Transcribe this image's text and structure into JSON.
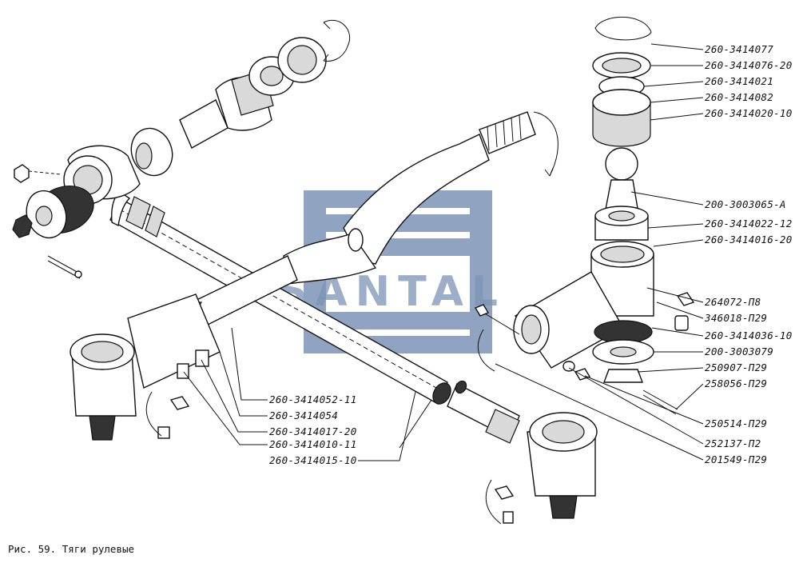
{
  "watermark": {
    "text": "SANTAL",
    "color": "#7d93b6"
  },
  "caption": "Рис. 59. Тяги рулевые",
  "labels_right": [
    "260-3414077",
    "260-3414076-20",
    "260-3414021",
    "260-3414082",
    "260-3414020-10",
    "200-3003065-А",
    "260-3414022-12",
    "260-3414016-20",
    "264072-П8",
    "346018-П29",
    "260-3414036-10",
    "200-3003079",
    "250907-П29",
    "258056-П29",
    "250514-П29",
    "252137-П2",
    "201549-П29"
  ],
  "labels_left": [
    "260-3414052-11",
    "260-3414054",
    "260-3414017-20",
    "260-3414010-11",
    "260-3414015-10"
  ]
}
